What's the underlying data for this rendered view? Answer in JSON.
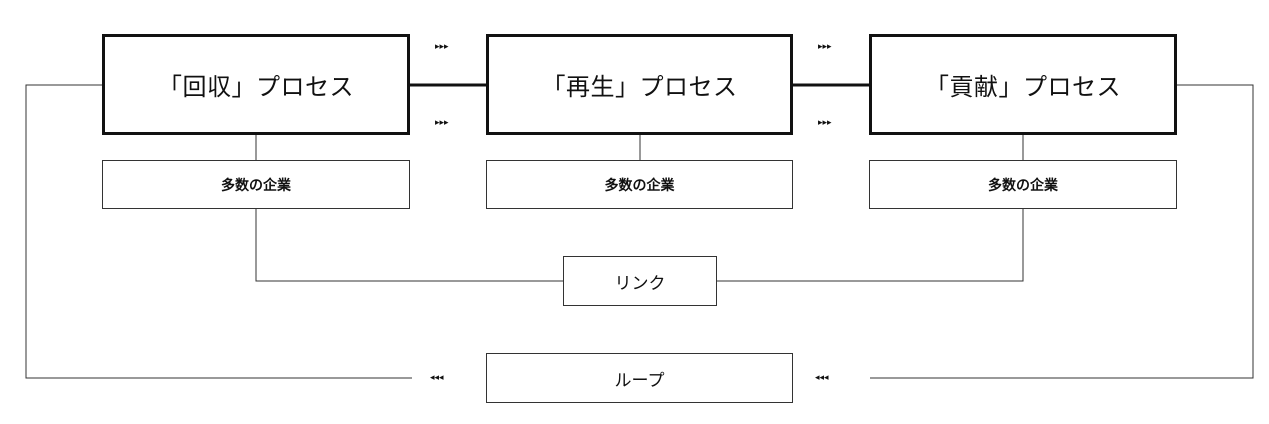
{
  "processes": [
    {
      "label": "「回収」プロセス"
    },
    {
      "label": "「再生」プロセス"
    },
    {
      "label": "「貢献」プロセス"
    }
  ],
  "companies": [
    {
      "label": "多数の企業"
    },
    {
      "label": "多数の企業"
    },
    {
      "label": "多数の企業"
    }
  ],
  "link": {
    "label": "リンク"
  },
  "loop": {
    "label": "ループ"
  },
  "arrows": {
    "forward": "▸▸▸",
    "backward": "◂◂◂"
  }
}
